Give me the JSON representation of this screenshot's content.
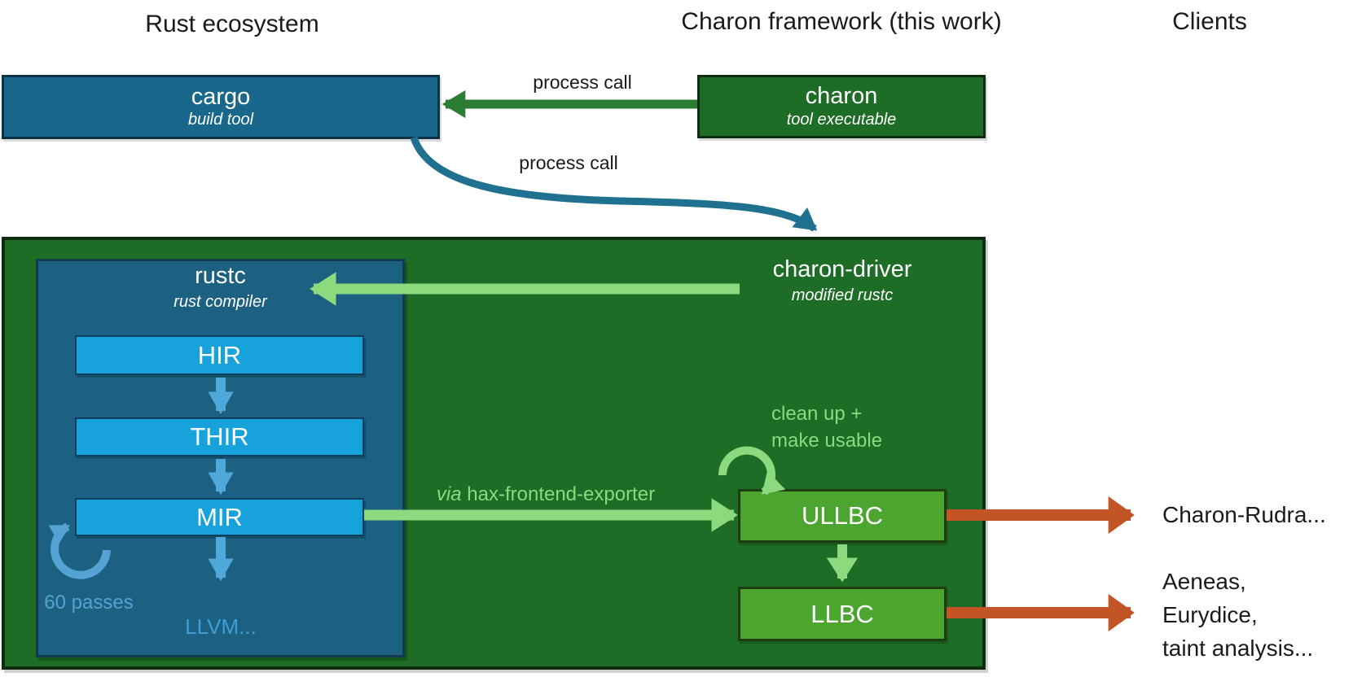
{
  "palette": {
    "teal_box_fill": "#19678A",
    "rustc_box_fill": "#1C6181",
    "teal_border": "#0D3145",
    "dark_green_fill": "#1D6D26",
    "dark_green_border": "#0E2C10",
    "mid_green_fill": "#4CA52F",
    "mid_green_border": "#1E3D10",
    "cyan_fill": "#17A2DB",
    "cyan_border": "#0F3F5E",
    "light_green_accent": "#8CD97E",
    "mid_blue_arrow": "#4FA8DA",
    "soft_blue_accent": "#54A3D4",
    "llvm_blue": "#3E9FD6",
    "process_arrow_green": "#2B7D31",
    "process_arrow_teal": "#20708F",
    "client_arrow_orange": "#C35425",
    "text_dark": "#1A1A1A",
    "text_white": "#FFFFFF"
  },
  "headers": {
    "left": "Rust ecosystem",
    "middle": "Charon framework (this work)",
    "right": "Clients"
  },
  "boxes": {
    "cargo": {
      "title": "cargo",
      "subtitle": "build tool"
    },
    "charon": {
      "title": "charon",
      "subtitle": "tool executable"
    },
    "rustc": {
      "title": "rustc",
      "subtitle": "rust compiler"
    },
    "charon_driver": {
      "title": "charon-driver",
      "subtitle": "modified rustc"
    },
    "hir": "HIR",
    "thir": "THIR",
    "mir": "MIR",
    "ullbc": "ULLBC",
    "llbc": "LLBC"
  },
  "labels": {
    "process_call_top": "process call",
    "process_call_mid": "process call",
    "via_prefix": "via",
    "via_rest": " hax-frontend-exporter",
    "clean_up_line1": "clean up +",
    "clean_up_line2": "make usable",
    "passes": "60 passes",
    "llvm": "LLVM...",
    "client_top": "Charon-Rudra...",
    "client_b1": "Aeneas,",
    "client_b2": "Eurydice,",
    "client_b3": "taint analysis..."
  }
}
